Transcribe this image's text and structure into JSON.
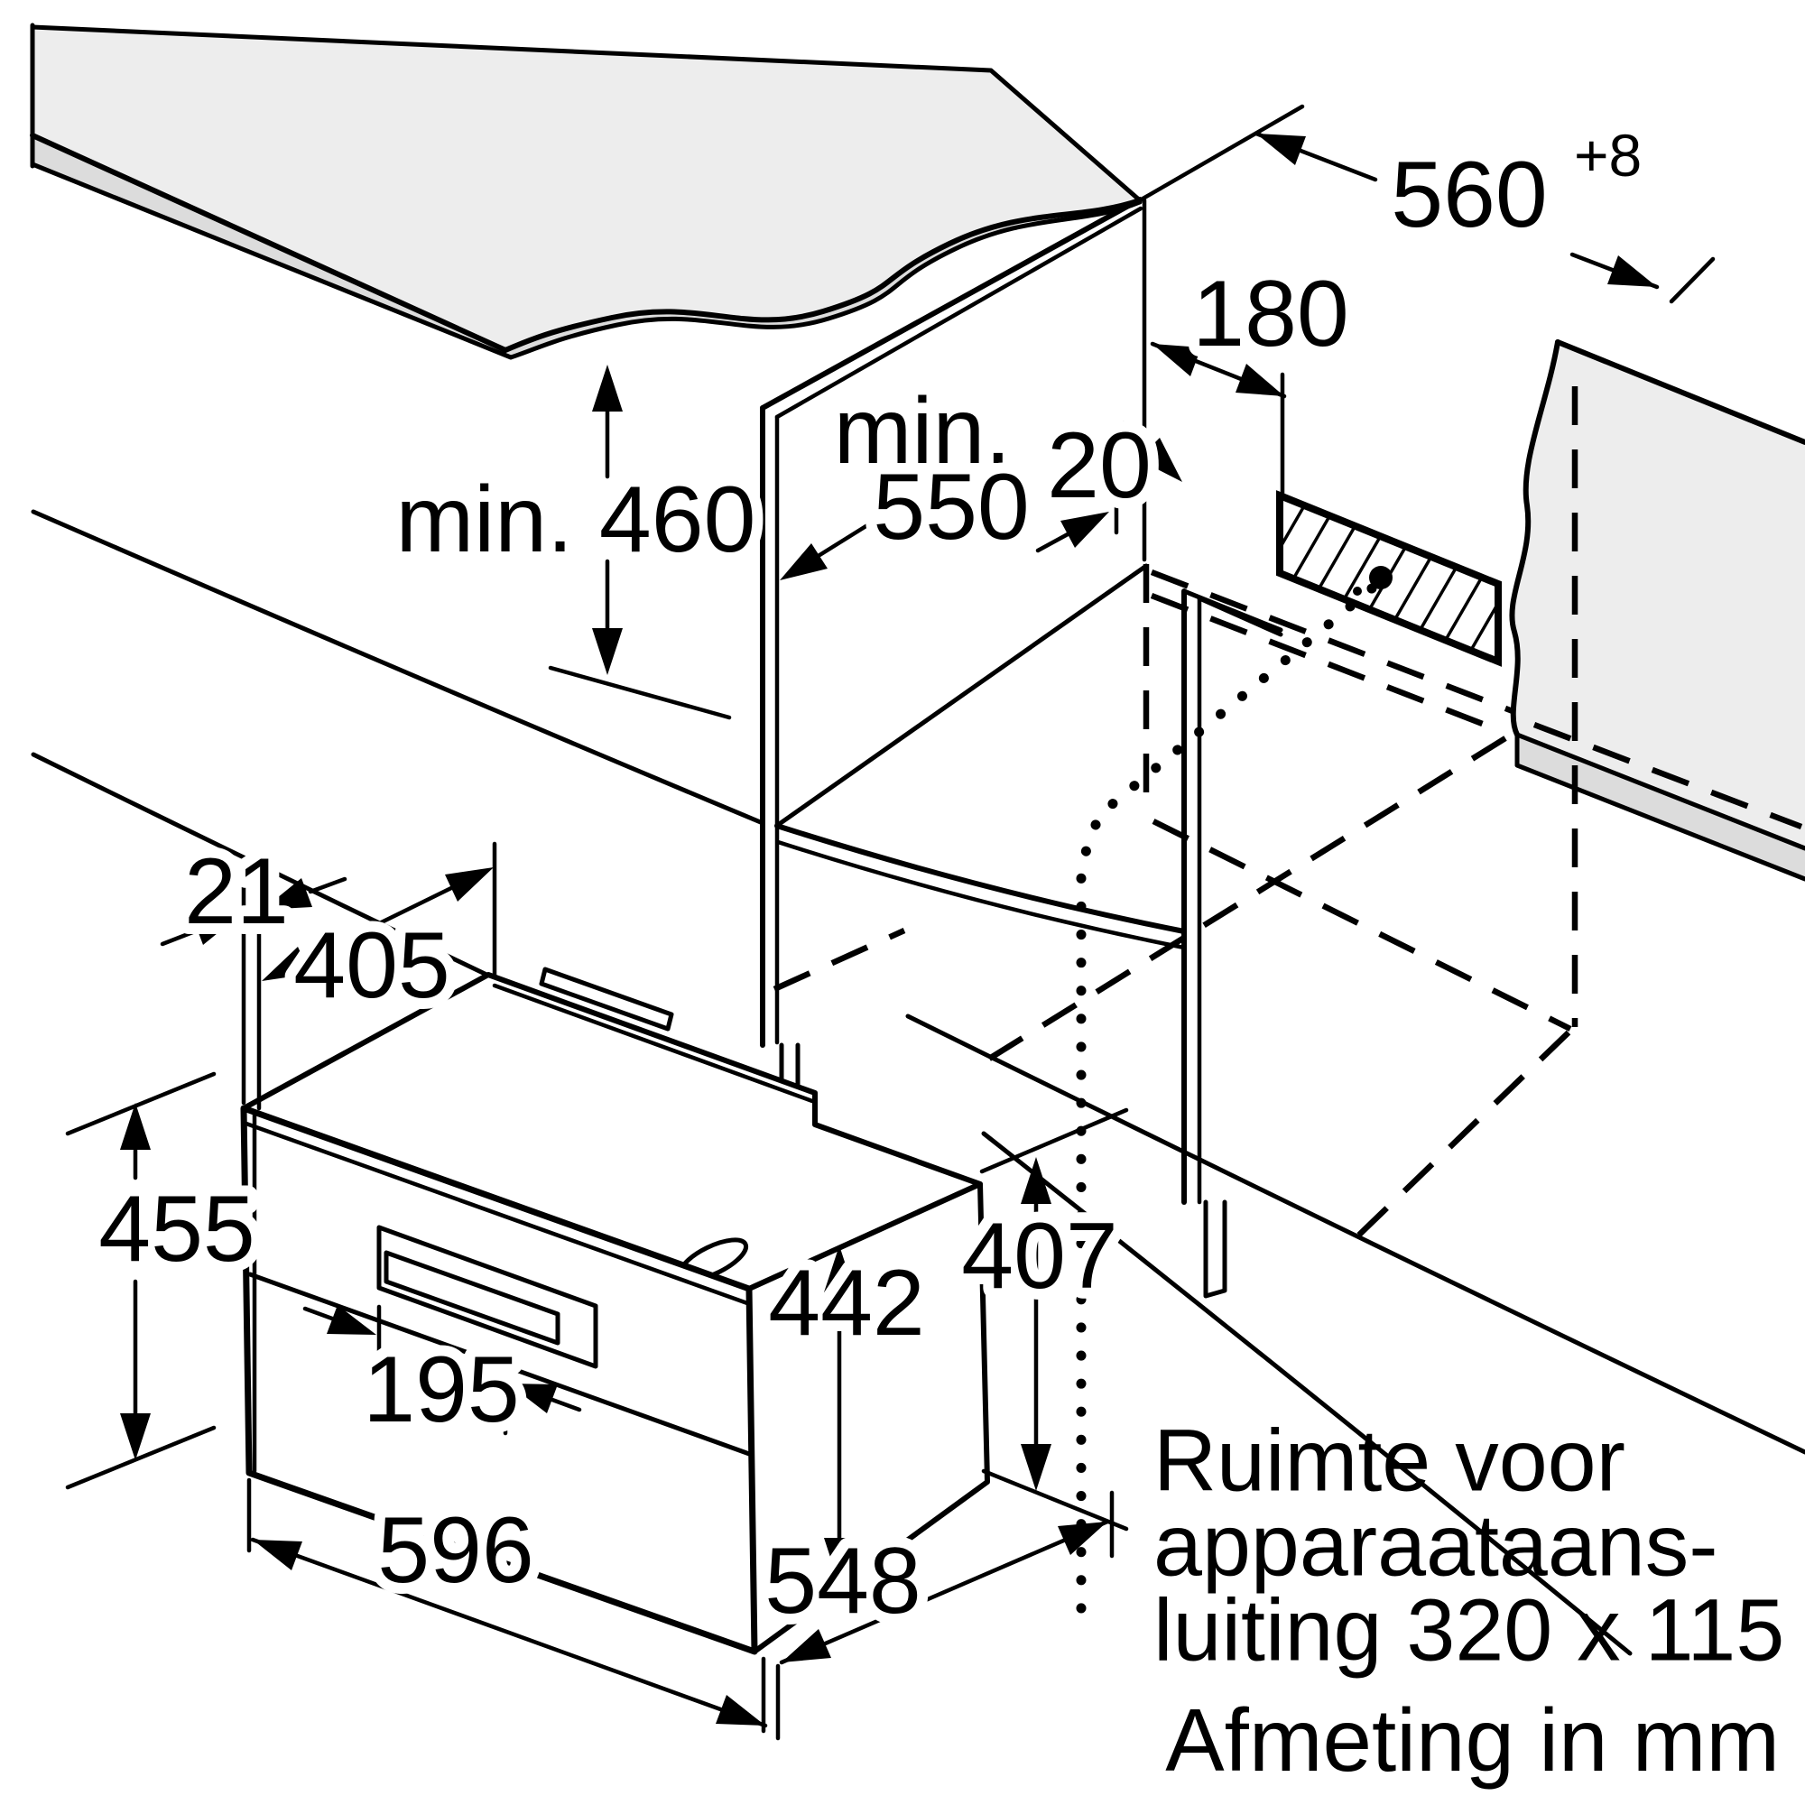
{
  "diagram": {
    "unit_note": "Afmeting in mm",
    "connection_note_line1": "Ruimte voor",
    "connection_note_line2": "apparaataans-",
    "connection_note_line3": "luiting 320 x 115",
    "dims": {
      "niche_width": "560",
      "niche_width_tol": "+8",
      "conn_front_offset": "180",
      "niche_depth_l1": "min.",
      "niche_depth_l2": "550",
      "niche_height": "min. 460",
      "wall_gap": "20",
      "door_overhang": "21",
      "top_depth": "405",
      "front_height": "455",
      "body_height": "442",
      "rear_height": "407",
      "handle_recess": "195",
      "width": "596",
      "depth": "548"
    },
    "colors": {
      "surface": "#ededed",
      "edge_band": "#dcdcdc",
      "line": "#000000"
    }
  }
}
